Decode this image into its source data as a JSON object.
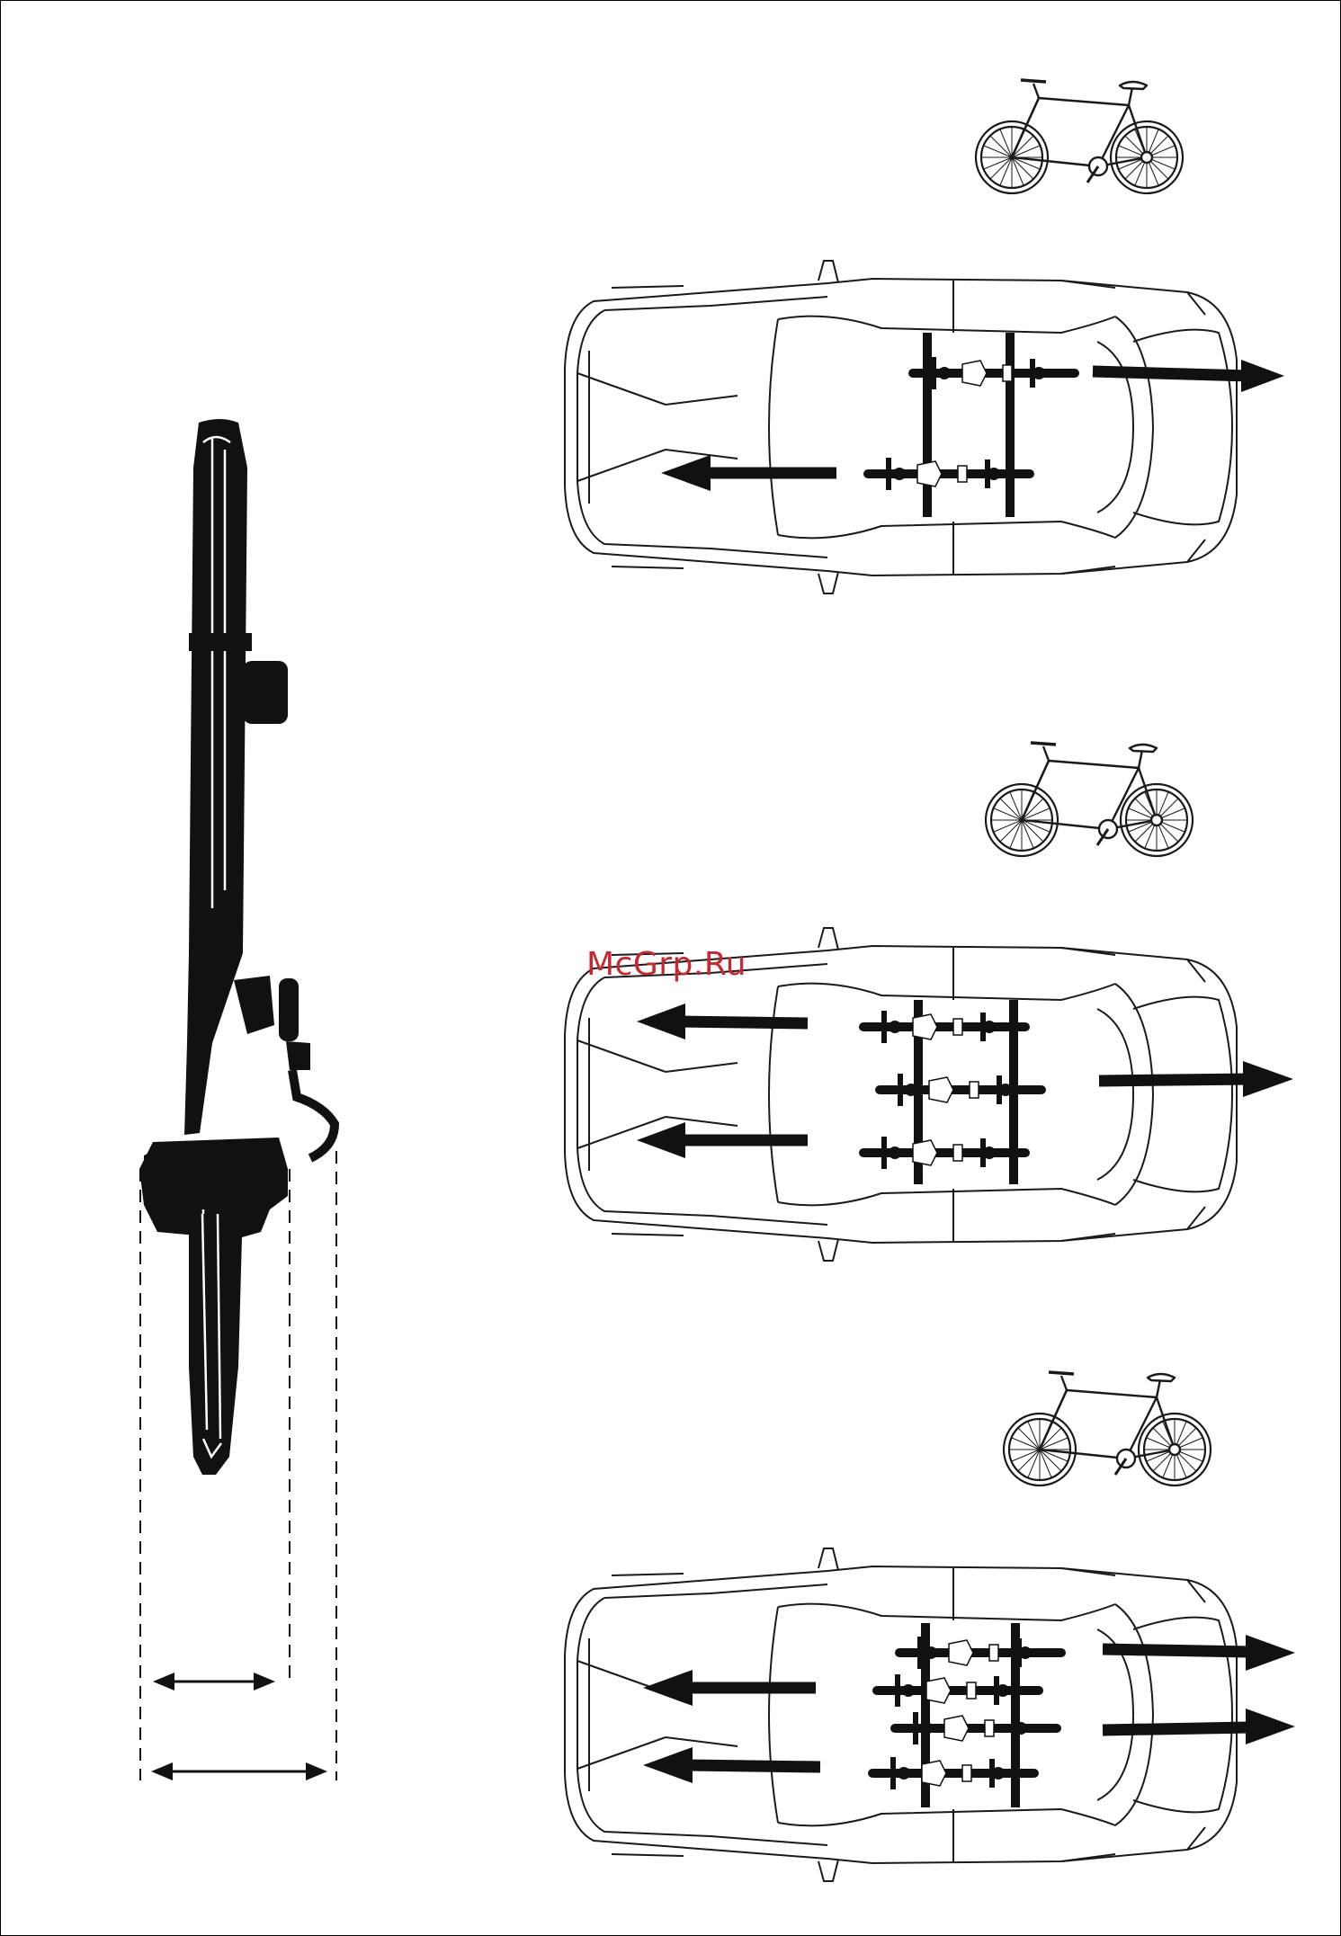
{
  "watermark": {
    "text": "McGrp.Ru",
    "color": "#c8282d"
  },
  "colors": {
    "ink": "#111111",
    "paper": "#ffffff",
    "outline": "#1a1a1a"
  },
  "panels": [
    {
      "id": "two-bikes",
      "bikes_on_roof": 2,
      "arrows": [
        "forward-arrow",
        "rearward-arrow"
      ]
    },
    {
      "id": "three-bikes",
      "bikes_on_roof": 3,
      "arrows": [
        "rearward-arrow",
        "rearward-arrow",
        "forward-arrow"
      ]
    },
    {
      "id": "four-bikes",
      "bikes_on_roof": 4,
      "arrows": [
        "rearward-arrow",
        "rearward-arrow",
        "forward-arrow",
        "forward-arrow"
      ]
    }
  ],
  "icons": {
    "front_view": "bike-front-silhouette-icon",
    "side_view": "bicycle-side-icon",
    "car": "car-top-view-icon",
    "dimension": "double-arrow-icon"
  }
}
